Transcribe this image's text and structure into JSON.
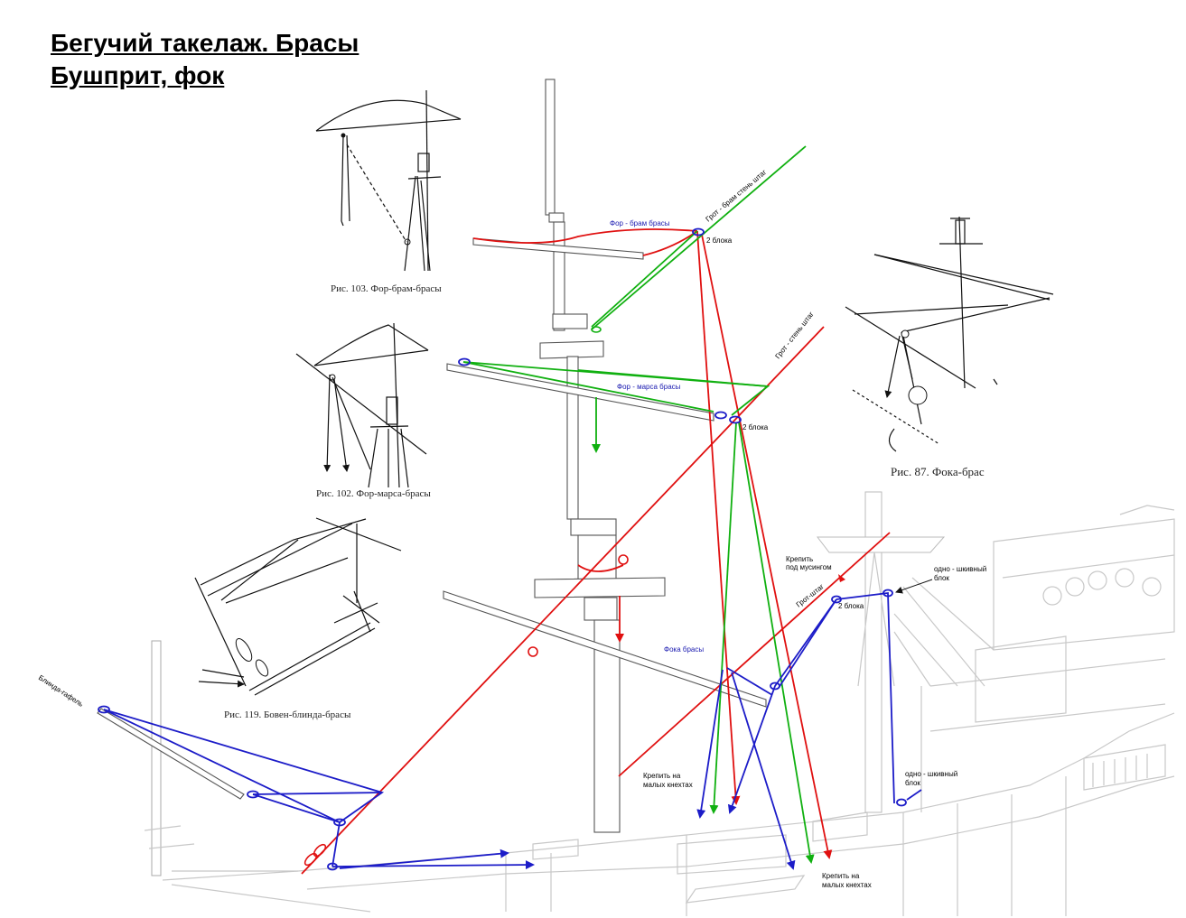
{
  "title": {
    "line1": "Бегучий такелаж. Брасы",
    "line2": "Бушприт, фок"
  },
  "figures": {
    "fig103": "Рис. 103. Фор-брам-брасы",
    "fig102": "Рис. 102. Фор-марса-брасы",
    "fig119": "Рис. 119. Бовен-блинда-брасы",
    "fig87": "Рис. 87. Фока-брас"
  },
  "labels": {
    "for_bram_brasy": "Фор - брам брасы",
    "grot_bram_sten_stag": "Грот - брам стень штаг",
    "two_blocks_1": "2 блока",
    "for_marsa_brasy": "Фор - марса брасы",
    "grot_sten_stag": "Грот - стень штаг",
    "two_blocks_2": "2 блока",
    "foka_brasy": "Фока брасы",
    "krepit_pod_musingom_1": "Крепить",
    "krepit_pod_musingom_2": "под мусингом",
    "grot_shtag": "Грот-штаг",
    "two_blocks_3": "2 блока",
    "odno_shkivny_1a": "одно - шкивный",
    "odno_shkivny_1b": "блок",
    "blinda_gafel": "Блинда-гафель",
    "krepit_malykh_1a": "Крепить на",
    "krepit_malykh_1b": "малых кнехтах",
    "odno_shkivny_2a": "одно - шкивный",
    "odno_shkivny_2b": "блок",
    "krepit_malykh_2a": "Крепить на",
    "krepit_malykh_2b": "малых кнехтах"
  },
  "colors": {
    "red_lines": "#e01010",
    "green_lines": "#10b010",
    "blue_lines": "#1c1cc8",
    "ship_outline": "#c8c8c8"
  }
}
